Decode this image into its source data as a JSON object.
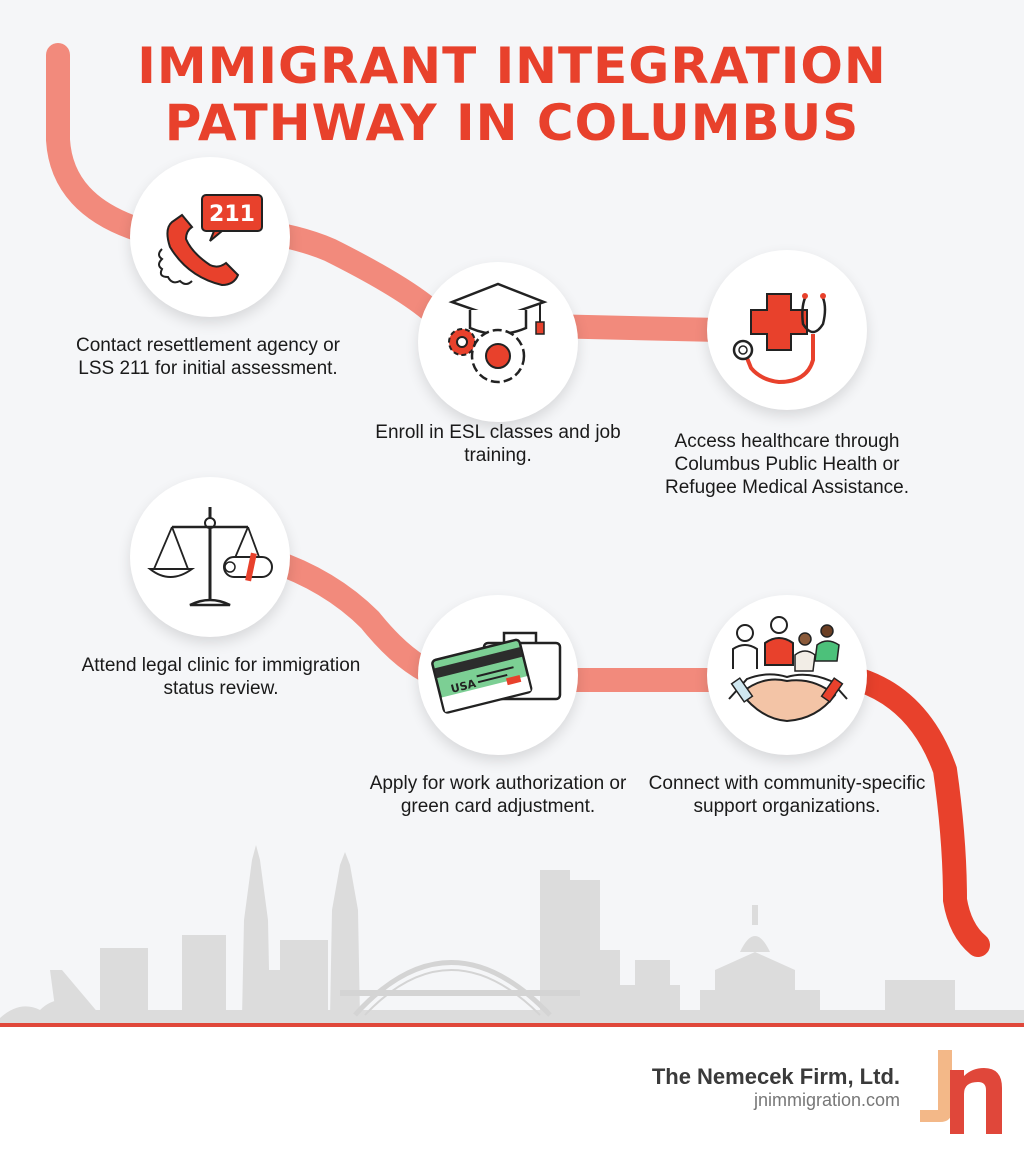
{
  "title": {
    "line1": "IMMIGRANT INTEGRATION",
    "line2": "PATHWAY IN COLUMBUS"
  },
  "colors": {
    "accent": "#e8412c",
    "path_light": "#f28a7c",
    "path_dark": "#e8412c",
    "footer_line": "#e0473a",
    "skyline": "#dadada",
    "logo_orange": "#f3b888",
    "logo_red": "#e0473a"
  },
  "steps": [
    {
      "icon": "phone-211-icon",
      "badge": "211",
      "text": "Contact resettlement agency or LSS 211 for initial assessment."
    },
    {
      "icon": "graduation-cap-gears-icon",
      "text": "Enroll in ESL classes and job training."
    },
    {
      "icon": "medical-cross-stethoscope-icon",
      "text": "Access healthcare through Columbus Public Health or Refugee Medical Assistance."
    },
    {
      "icon": "scales-of-justice-icon",
      "text": "Attend legal clinic for immigration status review."
    },
    {
      "icon": "green-card-briefcase-icon",
      "card_label": "USA",
      "text": "Apply for work authorization or green card adjustment."
    },
    {
      "icon": "community-handshake-icon",
      "text": "Connect with community-specific support organizations."
    }
  ],
  "footer": {
    "firm_name": "The Nemecek Firm, Ltd.",
    "website": "jnimmigration.com",
    "logo_letters": "Jn"
  }
}
